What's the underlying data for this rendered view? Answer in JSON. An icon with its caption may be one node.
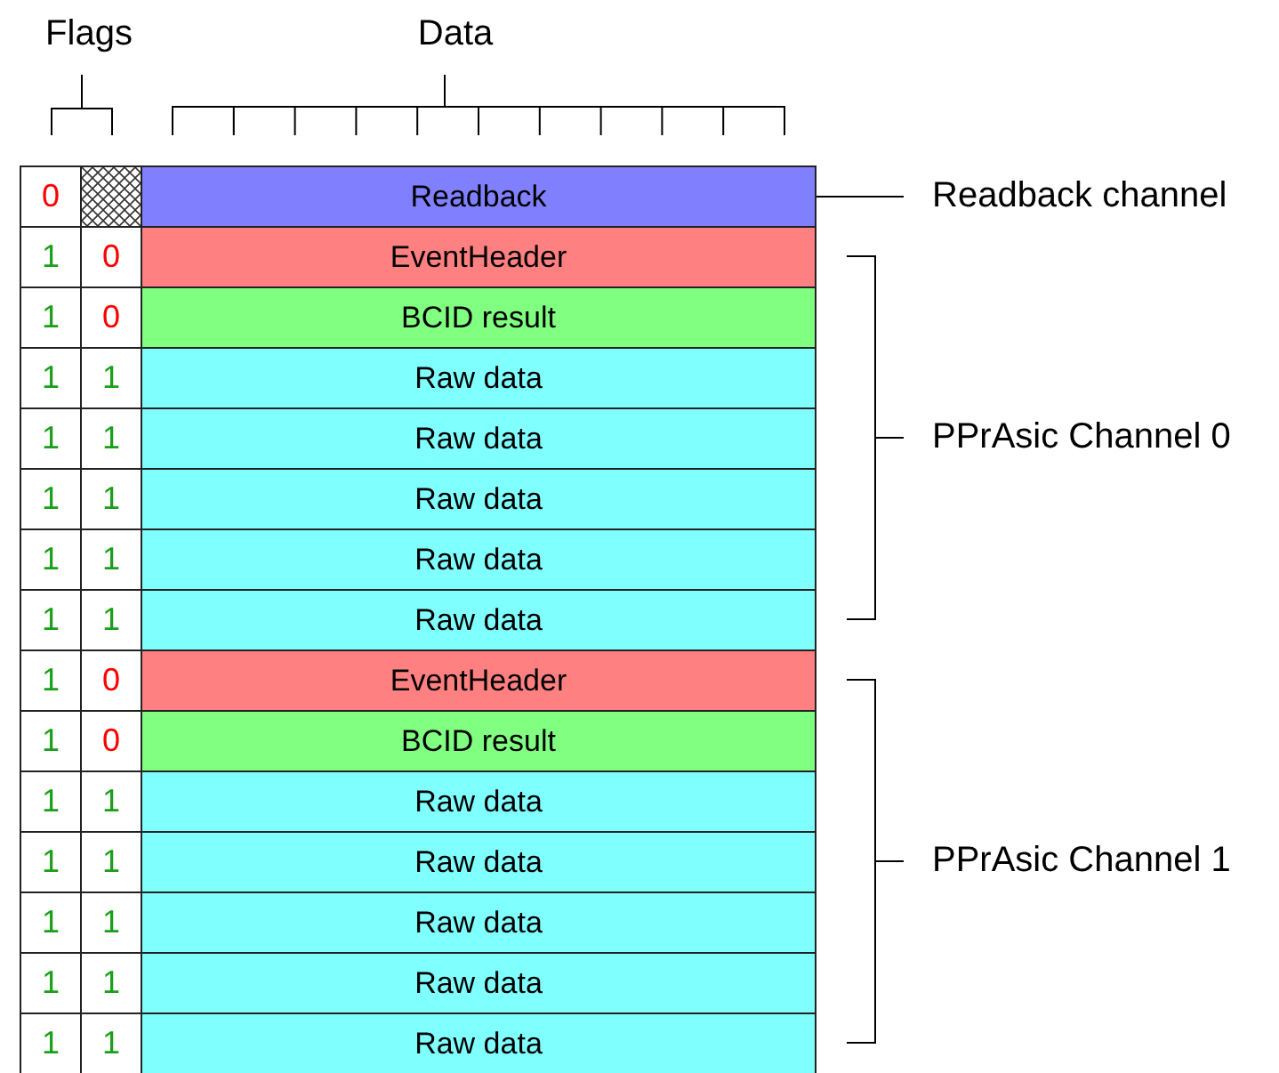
{
  "diagram": {
    "nodes": [
      {
        "text": [
          "0"
        ]
      },
      {
        "text": [],
        "shape": "box"
      },
      {
        "text": [
          "Readback"
        ]
      },
      {
        "text": [
          "Readback channel"
        ]
      },
      {
        "text": [
          "1"
        ]
      },
      {
        "text": [
          "0"
        ]
      },
      {
        "text": [
          "EventHeader"
        ]
      },
      {
        "text": [
          "1"
        ]
      },
      {
        "text": [
          "0"
        ]
      },
      {
        "text": [
          "BCID result"
        ]
      },
      {
        "text": [
          "1"
        ]
      },
      {
        "text": [
          "1"
        ]
      },
      {
        "text": [
          "Raw data"
        ]
      },
      {
        "text": [
          "1"
        ]
      },
      {
        "text": [
          "1"
        ]
      },
      {
        "text": [
          "Raw data"
        ]
      },
      {
        "text": [
          "1"
        ]
      },
      {
        "text": [
          "1"
        ]
      },
      {
        "text": [
          "Raw data"
        ]
      },
      {
        "text": [
          "1"
        ]
      },
      {
        "text": [
          "1"
        ]
      },
      {
        "text": [
          "Raw data"
        ]
      },
      {
        "text": [
          "1"
        ]
      },
      {
        "text": [
          "1"
        ]
      },
      {
        "text": [
          "Raw data"
        ]
      },
      {
        "text": [
          "1"
        ]
      },
      {
        "text": [
          "0"
        ]
      },
      {
        "text": [
          "EventHeader"
        ]
      },
      {
        "text": [
          "1"
        ]
      },
      {
        "text": [
          "0"
        ]
      },
      {
        "text": [
          "BCID result"
        ]
      },
      {
        "text": [
          "1"
        ]
      },
      {
        "text": [
          "1"
        ]
      },
      {
        "text": [
          "Raw data"
        ]
      },
      {
        "text": [
          "1"
        ]
      },
      {
        "text": [
          "1"
        ]
      },
      {
        "text": [
          "Raw data"
        ]
      },
      {
        "text": [
          "1"
        ]
      },
      {
        "text": [
          "1"
        ]
      },
      {
        "text": [
          "Raw data"
        ]
      },
      {
        "text": [
          "1"
        ]
      },
      {
        "text": [
          "1"
        ]
      },
      {
        "text": [
          "Raw data"
        ]
      },
      {
        "text": [
          "1"
        ]
      },
      {
        "text": [
          "1"
        ]
      },
      {
        "text": [
          "Raw data"
        ]
      }
    ],
    "edges": [
      {
        "from": 3,
        "to": 2,
        "arrow": "none"
      }
    ],
    "labels": [
      "Flags",
      "Data",
      "PPrAsic Channel 0",
      "PPrAsic Channel 1"
    ]
  }
}
